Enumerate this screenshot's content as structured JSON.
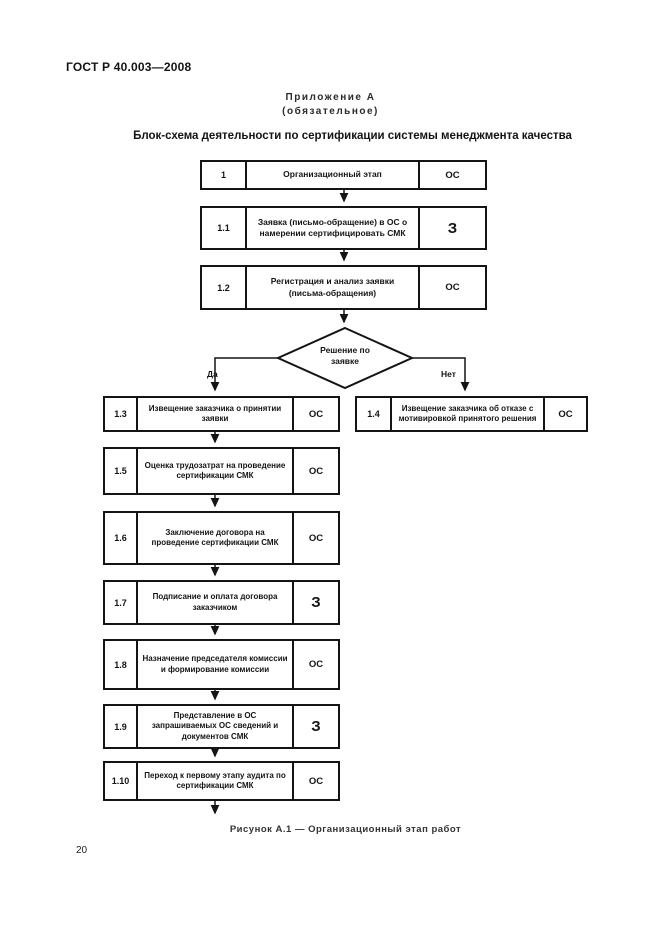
{
  "page": {
    "standard_code": "ГОСТ Р 40.003—2008",
    "page_number": "20"
  },
  "annex": {
    "label": "Приложение А",
    "note": "(обязательное)",
    "title": "Блок-схема деятельности по сертификации системы менеджмента качества"
  },
  "flowchart": {
    "type": "flowchart",
    "caption": "Рисунок А.1 — Организационный этап работ",
    "colors": {
      "line": "#141414",
      "text": "#141414",
      "background": "#ffffff"
    },
    "decision": {
      "text": "Решение по заявке",
      "yes_label": "Да",
      "no_label": "Нет"
    },
    "blocks": [
      {
        "num": "1",
        "text": "Организационный этап",
        "actor": "ОС"
      },
      {
        "num": "1.1",
        "text": "Заявка (письмо-обращение) в ОС о намерении сертифицировать СМК",
        "actor": "З"
      },
      {
        "num": "1.2",
        "text": "Регистрация и анализ заявки (письма-обращения)",
        "actor": "ОС"
      },
      {
        "num": "1.3",
        "text": "Извещение заказчика о принятии заявки",
        "actor": "ОС"
      },
      {
        "num": "1.4",
        "text": "Извещение заказчика об отказе с мотивировкой принятого решения",
        "actor": "ОС"
      },
      {
        "num": "1.5",
        "text": "Оценка трудозатрат на проведение сертификации СМК",
        "actor": "ОС"
      },
      {
        "num": "1.6",
        "text": "Заключение договора на проведение сертификации СМК",
        "actor": "ОС"
      },
      {
        "num": "1.7",
        "text": "Подписание и оплата договора заказчиком",
        "actor": "З"
      },
      {
        "num": "1.8",
        "text": "Назначение председателя комиссии и формирование комиссии",
        "actor": "ОС"
      },
      {
        "num": "1.9",
        "text": "Представление в ОС запрашиваемых ОС сведений и документов СМК",
        "actor": "З"
      },
      {
        "num": "1.10",
        "text": "Переход к первому этапу аудита по сертификации СМК",
        "actor": "ОС"
      }
    ]
  }
}
